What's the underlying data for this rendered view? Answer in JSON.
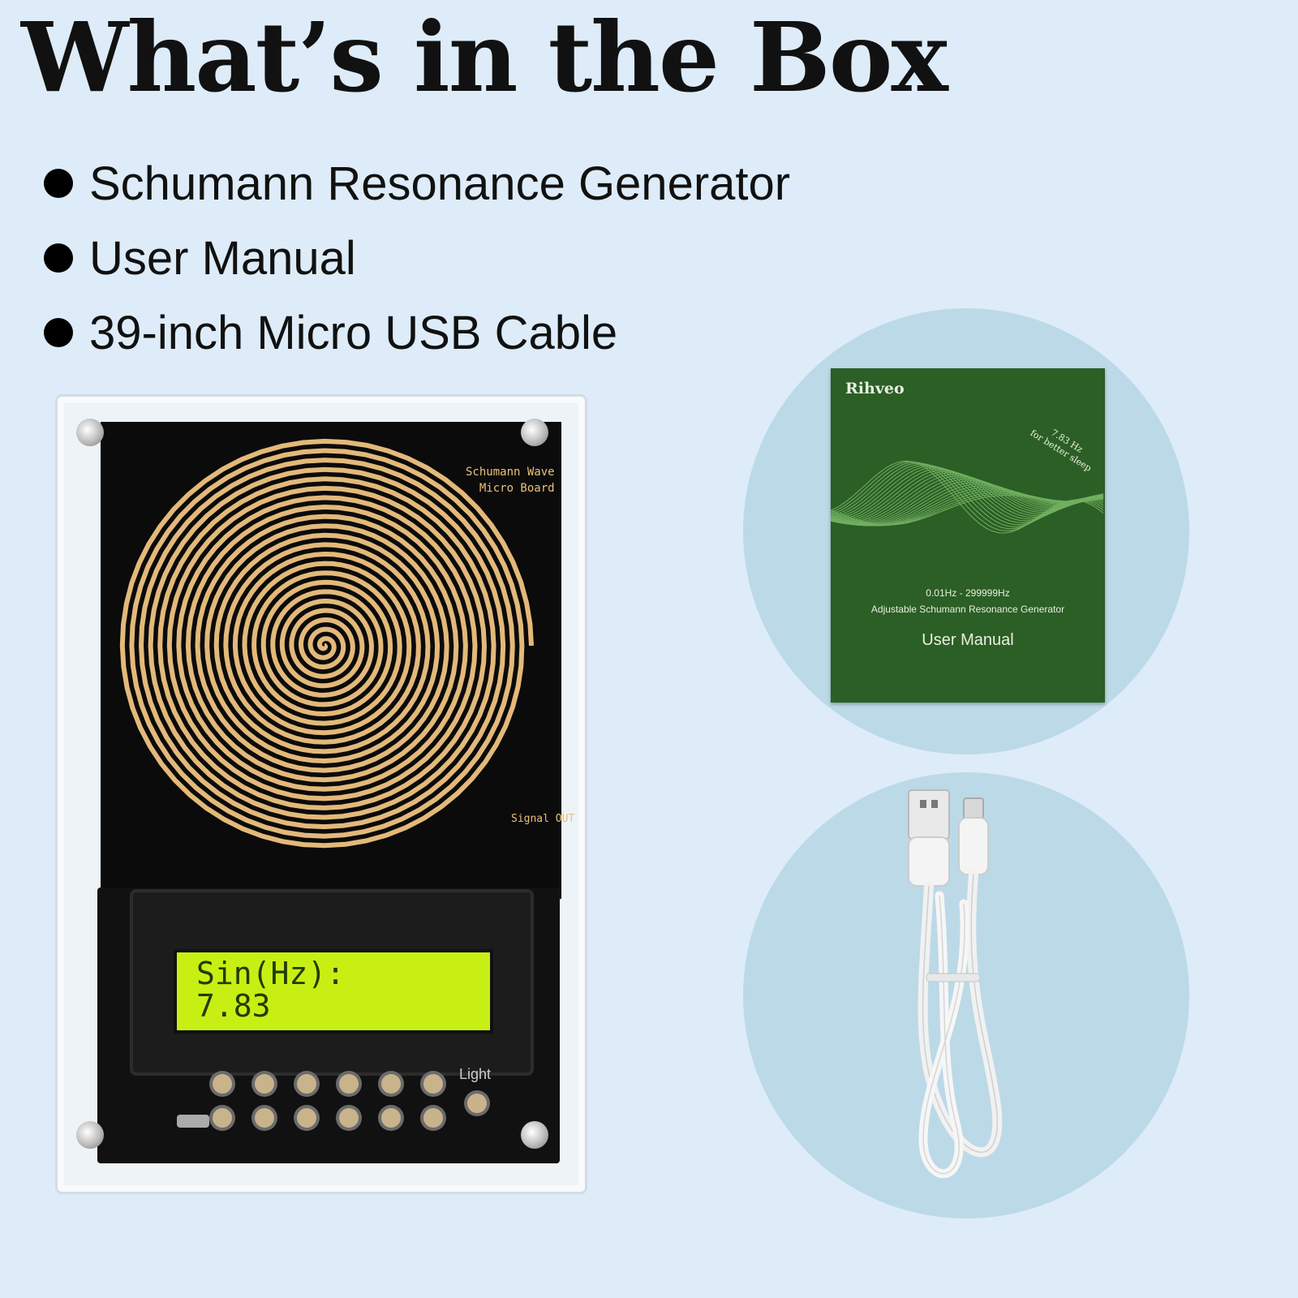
{
  "title": "What’s in the Box",
  "contents": [
    {
      "label": "Schumann Resonance Generator"
    },
    {
      "label": "User Manual"
    },
    {
      "label": "39-inch Micro USB Cable"
    }
  ],
  "device": {
    "board_label_line1": "Schumann Wave",
    "board_label_line2": "Micro Board",
    "signal_out_label": "Signal OUT",
    "lcd_line1": "Sin(Hz):",
    "lcd_line2": "7.83",
    "light_label": "Light",
    "lcd_color": "#c8ef14"
  },
  "manual": {
    "brand": "Rihveo",
    "tagline_line1": "7.83 Hz",
    "tagline_line2": "for better sleep",
    "range": "0.01Hz - 299999Hz",
    "product": "Adjustable Schumann Resonance Generator",
    "label": "User Manual",
    "cover_color": "#2b5f25"
  },
  "colors": {
    "background": "#ddecf8",
    "bubble": "#bcd9e8"
  }
}
